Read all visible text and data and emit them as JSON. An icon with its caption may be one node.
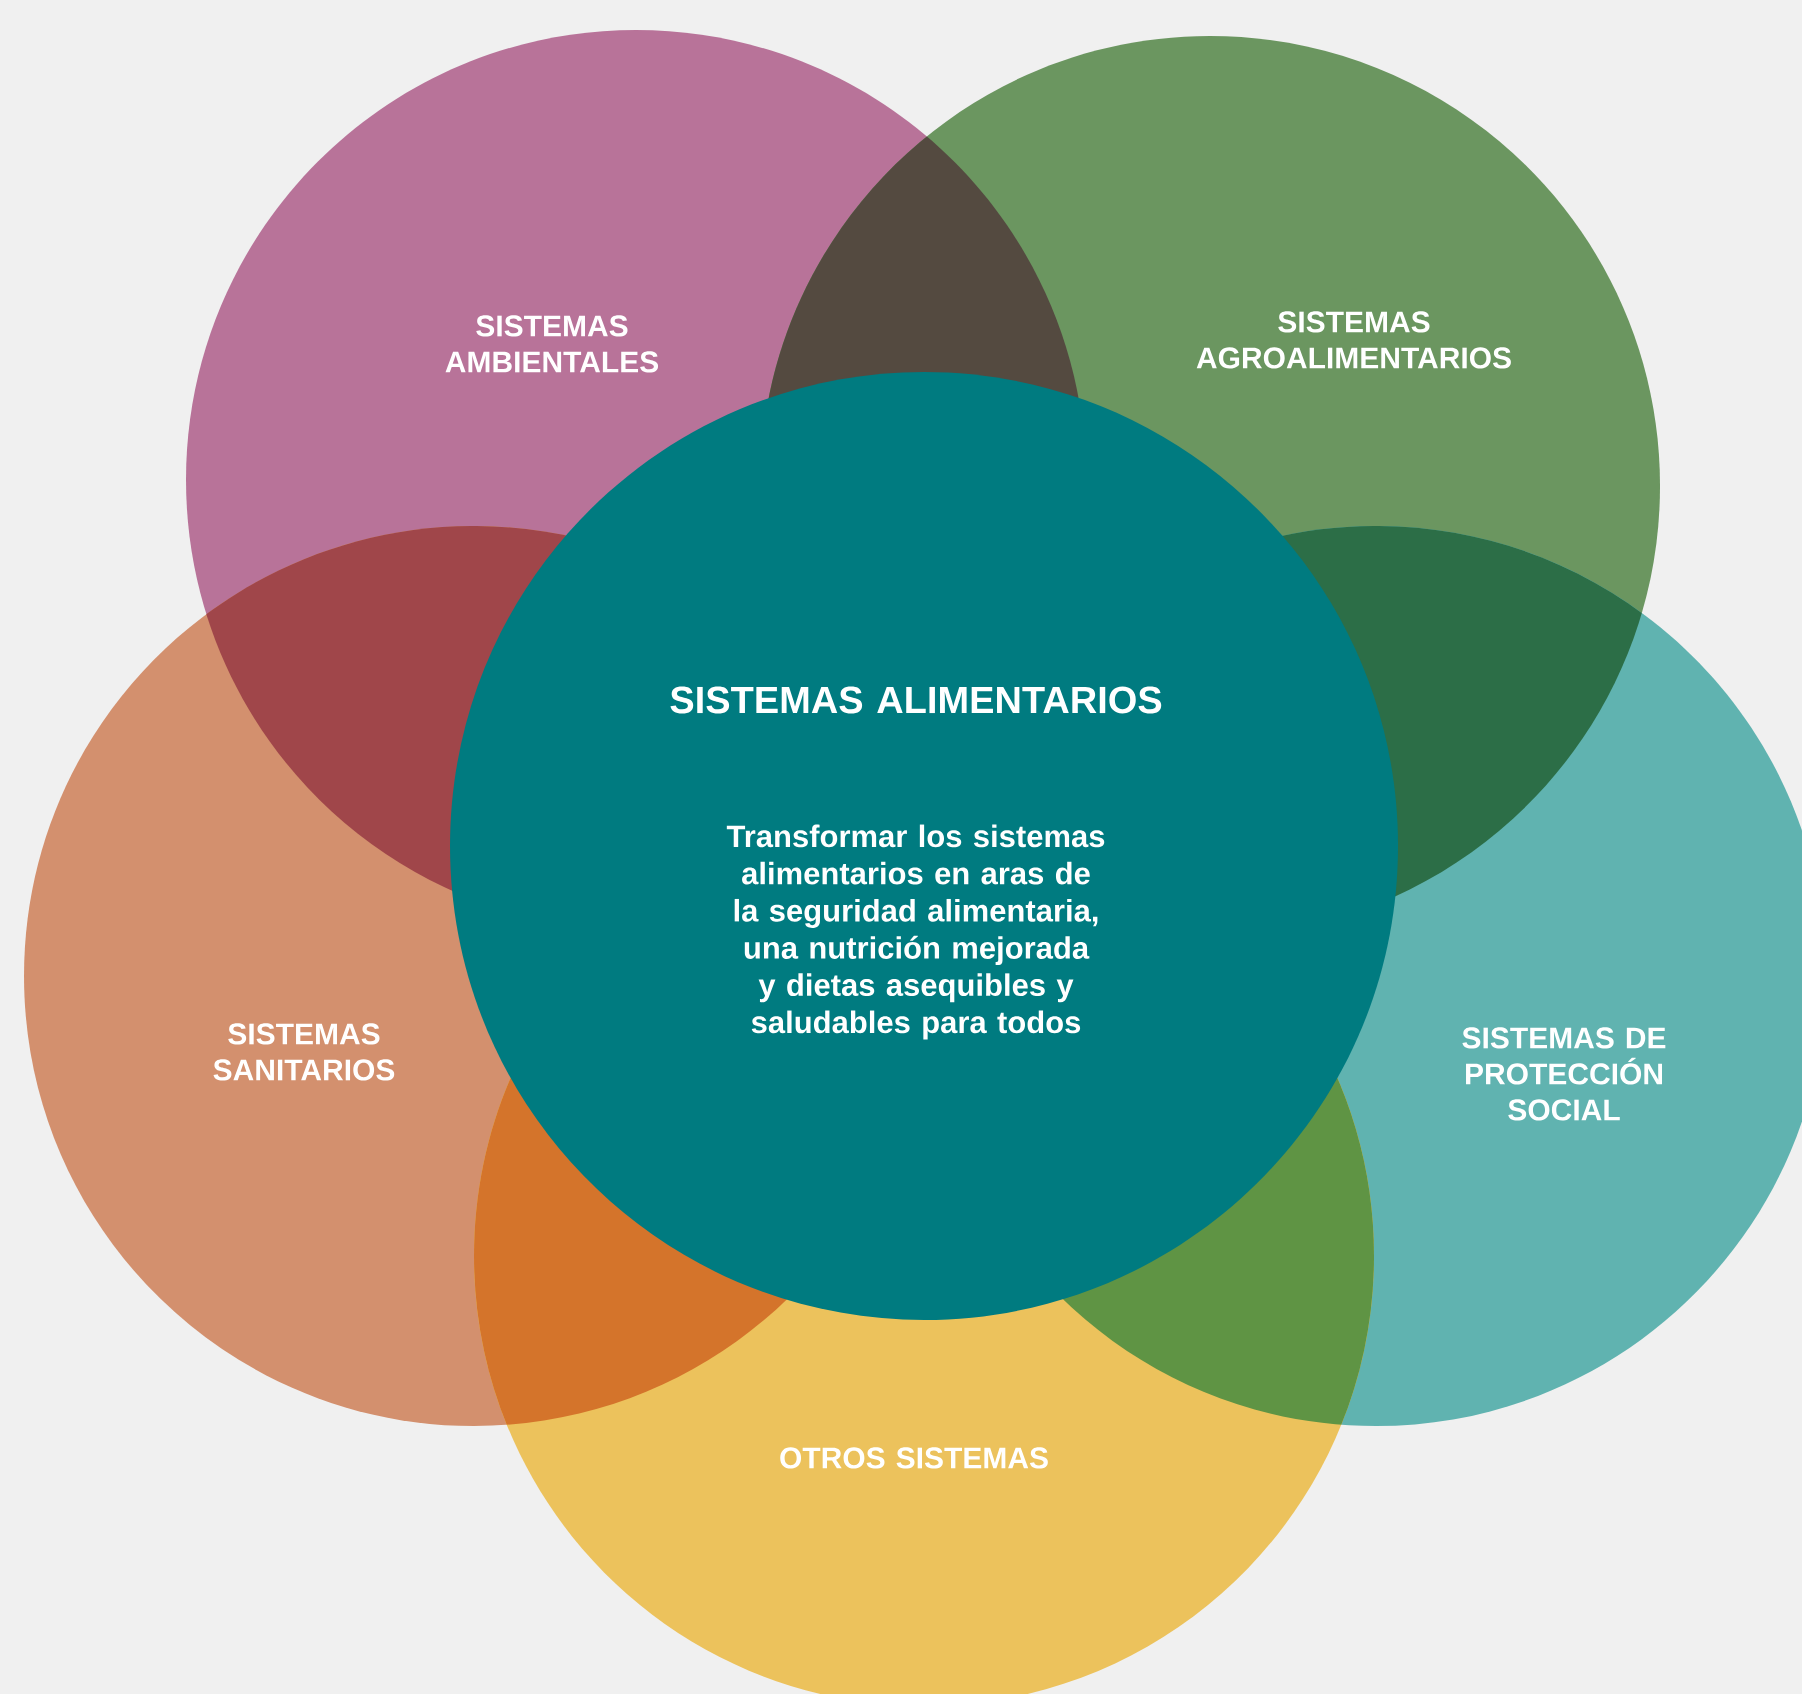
{
  "diagram": {
    "nodes": [
      {
        "text": [
          "SISTEMAS AMBIENTALES"
        ]
      },
      {
        "text": [
          "SISTEMAS AGROALIMENTARIOS"
        ]
      },
      {
        "text": [
          "SISTEMAS ALIMENTARIOS",
          "Transformar los sistemas alimentarios en aras de la seguridad alimentaria, una nutrición mejorada y dietas asequibles y saludables para todos"
        ]
      },
      {
        "text": [
          "SISTEMAS SANITARIOS"
        ]
      },
      {
        "text": [
          "SISTEMAS DE PROTECCIÓN SOCIAL"
        ]
      },
      {
        "text": [
          "OTROS SISTEMAS"
        ]
      }
    ]
  }
}
